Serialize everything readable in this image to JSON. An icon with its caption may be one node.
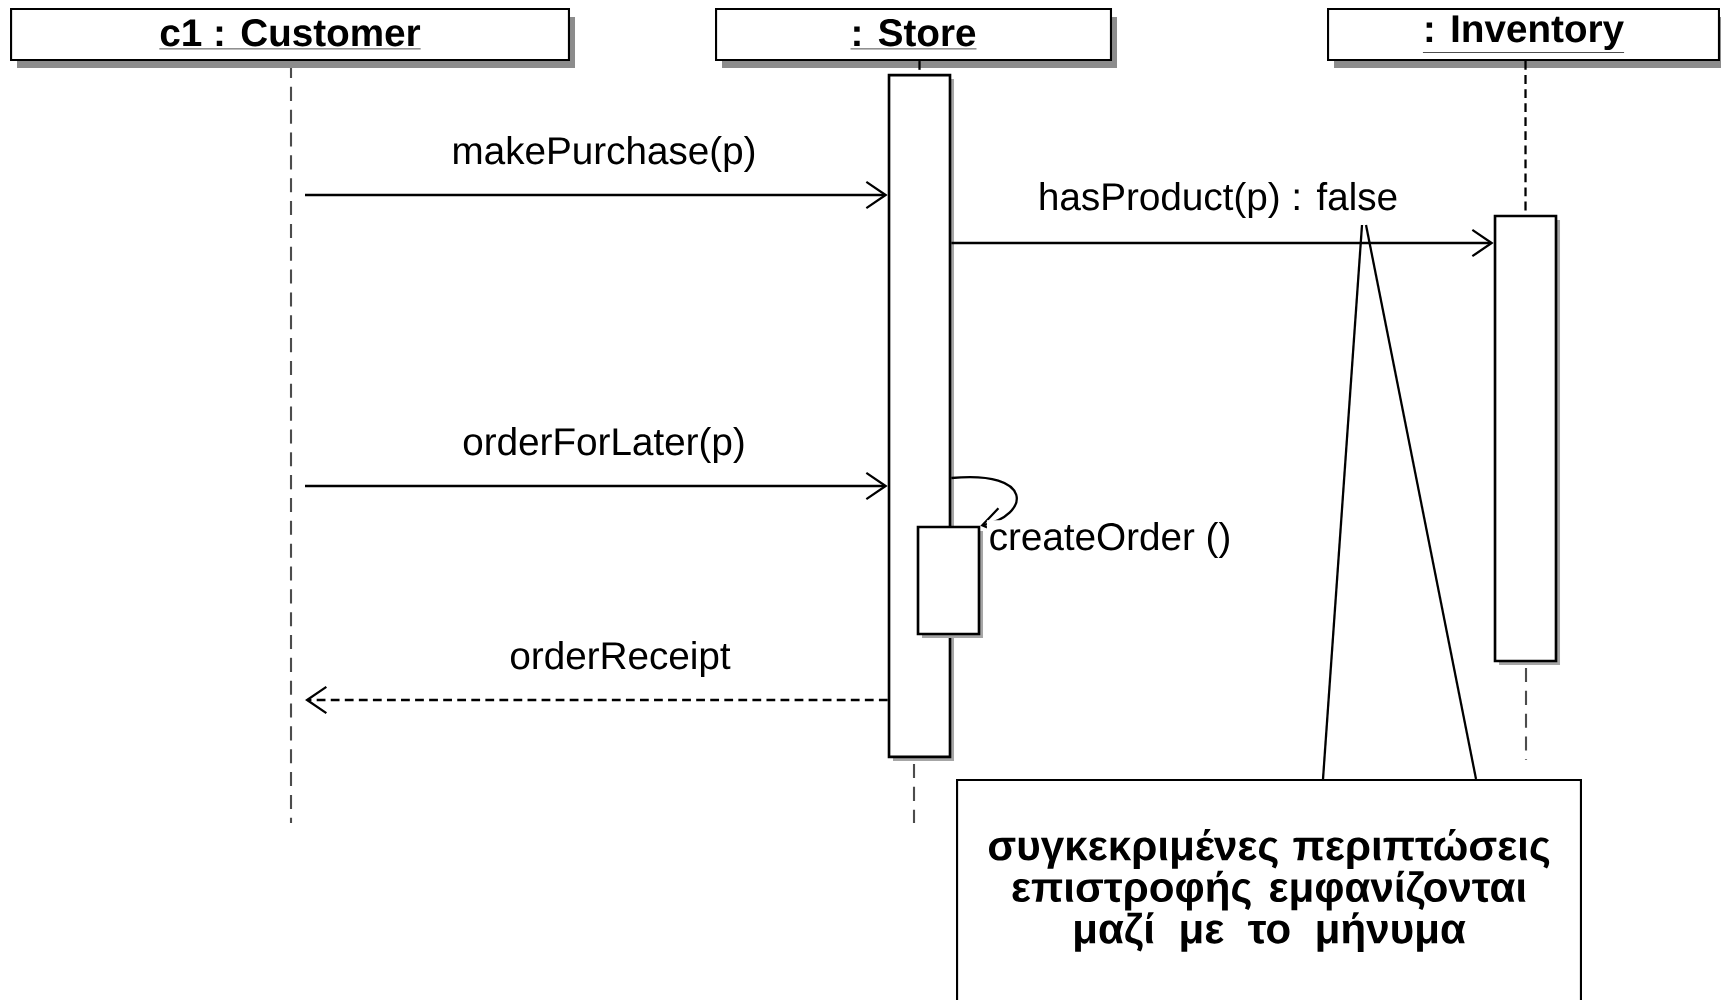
{
  "diagram": {
    "nodes": [
      {
        "text": [
          "c1 : Customer"
        ]
      },
      {
        "text": [
          ": Store"
        ]
      },
      {
        "text": [
          ": Inventory"
        ]
      },
      {
        "text": [],
        "shape": "bar"
      },
      {
        "text": [],
        "shape": "bar"
      },
      {
        "text": [],
        "shape": "bar"
      },
      {
        "text": [
          "συγκεκριμένες περιπτώσεις επιστροφής εμφανίζονται μαζί με το μήνυμα"
        ]
      }
    ],
    "edges": [
      {
        "from": null,
        "to": 3,
        "arrow": "to",
        "label": "makePurchase(p)"
      },
      {
        "from": 3,
        "to": 4,
        "arrow": "to",
        "label": "hasProduct(p) : false"
      },
      {
        "from": null,
        "to": 3,
        "arrow": "to",
        "label": "orderForLater(p)"
      },
      {
        "from": 3,
        "to": 5,
        "arrow": "to",
        "label": "createOrder ()"
      },
      {
        "from": 3,
        "to": null,
        "arrow": "to",
        "label": "orderReceipt",
        "style": "dashed"
      },
      {
        "from": 6,
        "to": null,
        "arrow": "none"
      },
      {
        "from": 6,
        "to": null,
        "arrow": "none"
      },
      {
        "from": 1,
        "to": 3,
        "arrow": "none",
        "style": "dashed"
      },
      {
        "from": 2,
        "to": 4,
        "arrow": "none",
        "style": "dashed"
      }
    ]
  }
}
